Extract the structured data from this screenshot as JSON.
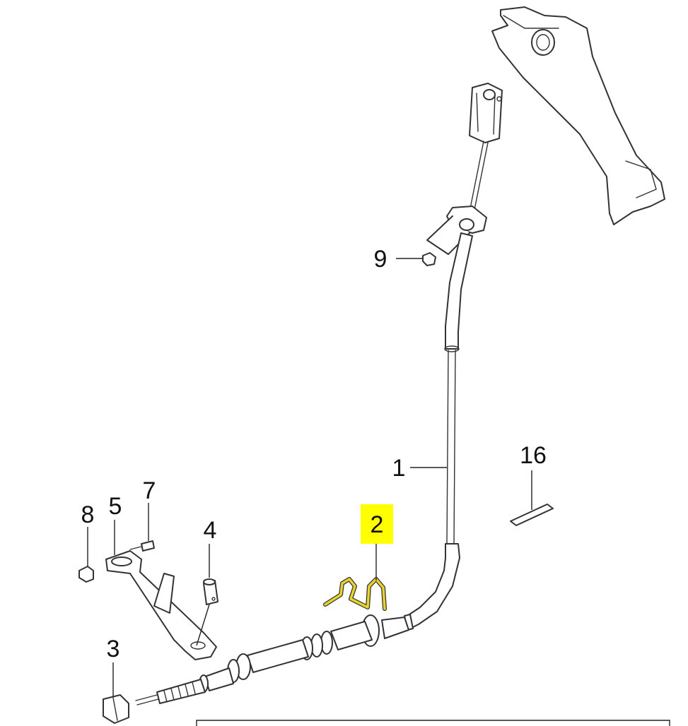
{
  "callouts": {
    "c1": "1",
    "c2": "2",
    "c3": "3",
    "c4": "4",
    "c5": "5",
    "c7": "7",
    "c8": "8",
    "c9": "9",
    "c16": "16"
  },
  "colors": {
    "highlight": "#ffff00",
    "highlight_part": "#e8d22c",
    "line": "#333333"
  }
}
